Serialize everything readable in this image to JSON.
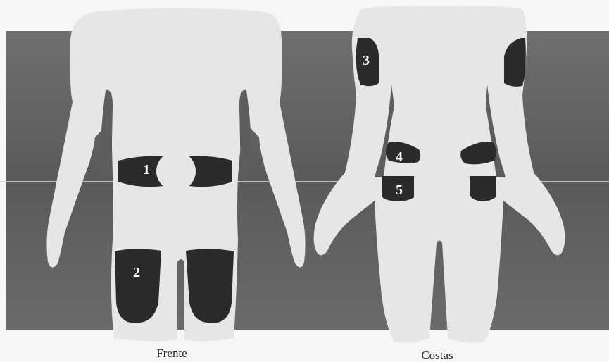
{
  "views": {
    "front": {
      "caption": "Frente"
    },
    "back": {
      "caption": "Costas"
    }
  },
  "injection_sites": [
    {
      "number": "1",
      "region": "abdomen",
      "view": "front"
    },
    {
      "number": "2",
      "region": "thighs",
      "view": "front"
    },
    {
      "number": "3",
      "region": "upper-arms",
      "view": "back"
    },
    {
      "number": "4",
      "region": "flanks",
      "view": "back"
    },
    {
      "number": "5",
      "region": "buttocks",
      "view": "back"
    }
  ],
  "colors": {
    "page": "#f6f6f6",
    "backdrop": "#5d5d5d",
    "body": "#e6e6e6",
    "site": "#2b2b2b",
    "label": "#ffffff"
  }
}
